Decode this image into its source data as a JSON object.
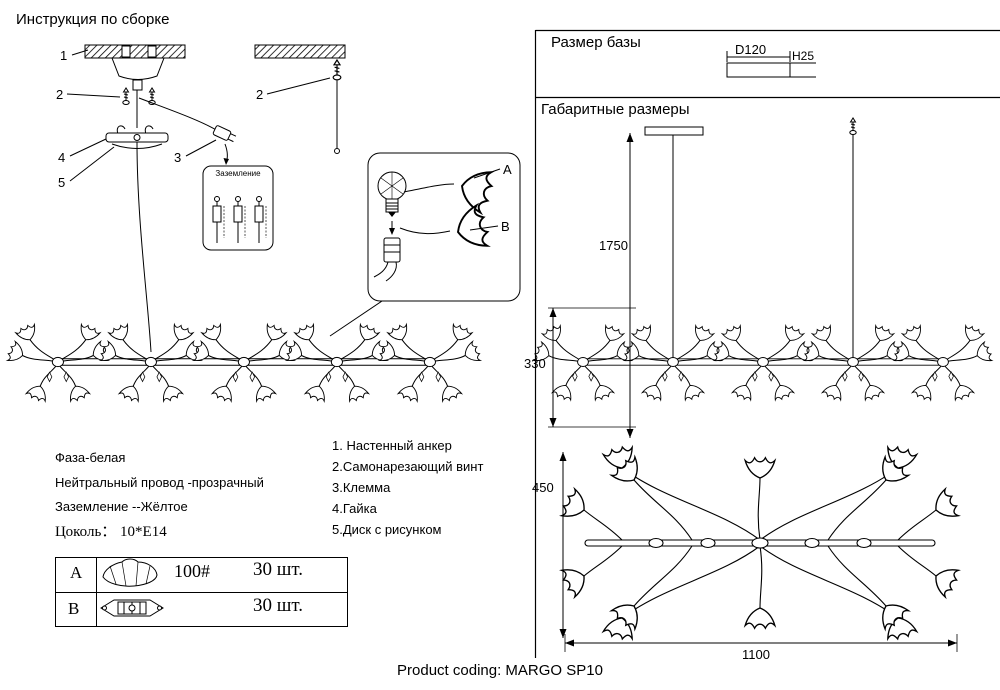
{
  "page": {
    "title": "Инструкция по сборке",
    "footer": "Product coding: MARGO SP10"
  },
  "left": {
    "callouts": {
      "c1": "1",
      "c2": "2",
      "c3": "3",
      "c4": "4",
      "c5": "5",
      "c2b": "2"
    },
    "ground_label": "Заземление",
    "detail": {
      "a": "A",
      "b": "B"
    },
    "notes": [
      "Фаза-белая",
      "Нейтральный провод -прозрачный",
      "Заземление --Жёлтое",
      "Цоколь： 10*E14"
    ],
    "parts": [
      "1. Настенный анкер",
      "2.Самонарезающий винт",
      "3.Клемма",
      "4.Гайка",
      "5.Диск с рисунком"
    ],
    "table": {
      "rows": [
        {
          "label": "A",
          "spec": "100#",
          "qty": "30 шт."
        },
        {
          "label": "B",
          "spec": "",
          "qty": "30 шт."
        }
      ]
    }
  },
  "right": {
    "base_title": "Размер базы",
    "overall_title": "Габаритные размеры",
    "base": {
      "diameter": "D120",
      "height": "H25"
    },
    "dims": {
      "drop": "1750",
      "body_height": "330",
      "depth": "450",
      "length": "1100"
    }
  }
}
